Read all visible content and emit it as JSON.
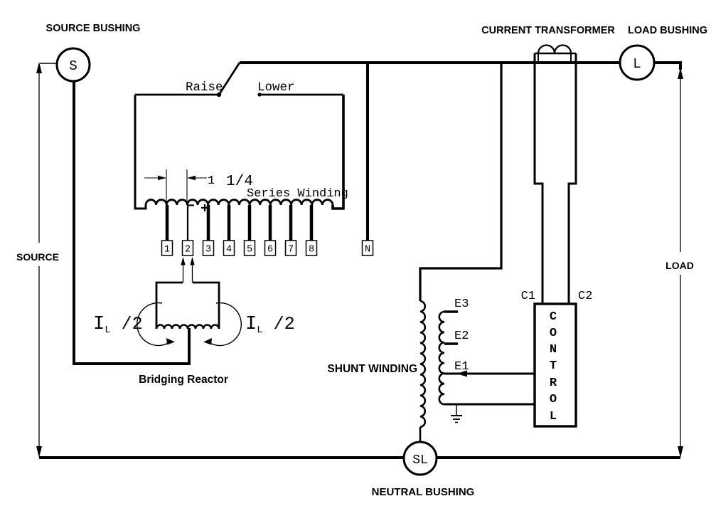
{
  "diagram": {
    "bushings": {
      "source": {
        "label": "SOURCE BUSHING",
        "terminal": "S"
      },
      "load": {
        "label": "LOAD BUSHING",
        "terminal": "L"
      },
      "neutral": {
        "label": "NEUTRAL BUSHING",
        "terminal": "SL"
      }
    },
    "side_labels": {
      "source": "SOURCE",
      "load": "LOAD"
    },
    "current_transformer": {
      "label": "CURRENT TRANSFORMER",
      "terminal_left": "C1",
      "terminal_right": "C2"
    },
    "tap_changer": {
      "raise": "Raise",
      "lower": "Lower"
    },
    "series_winding": {
      "label": "Series Winding",
      "dimension_whole": "1",
      "dimension_fraction": "1/4",
      "polarity_minus": "-",
      "polarity_plus": "+",
      "taps": [
        "1",
        "2",
        "3",
        "4",
        "5",
        "6",
        "7",
        "8"
      ],
      "neutral_tap": "N"
    },
    "bridging_reactor": {
      "label": "Bridging Reactor",
      "current_left": {
        "symbol": "I",
        "subscript": "L",
        "fraction": " /2"
      },
      "current_right": {
        "symbol": "I",
        "subscript": "L",
        "fraction": " /2"
      }
    },
    "shunt_winding": {
      "label": "SHUNT WINDING",
      "taps": [
        "E3",
        "E2",
        "E1"
      ]
    },
    "control": {
      "label_letters": [
        "C",
        "O",
        "N",
        "T",
        "R",
        "O",
        "L"
      ]
    }
  }
}
